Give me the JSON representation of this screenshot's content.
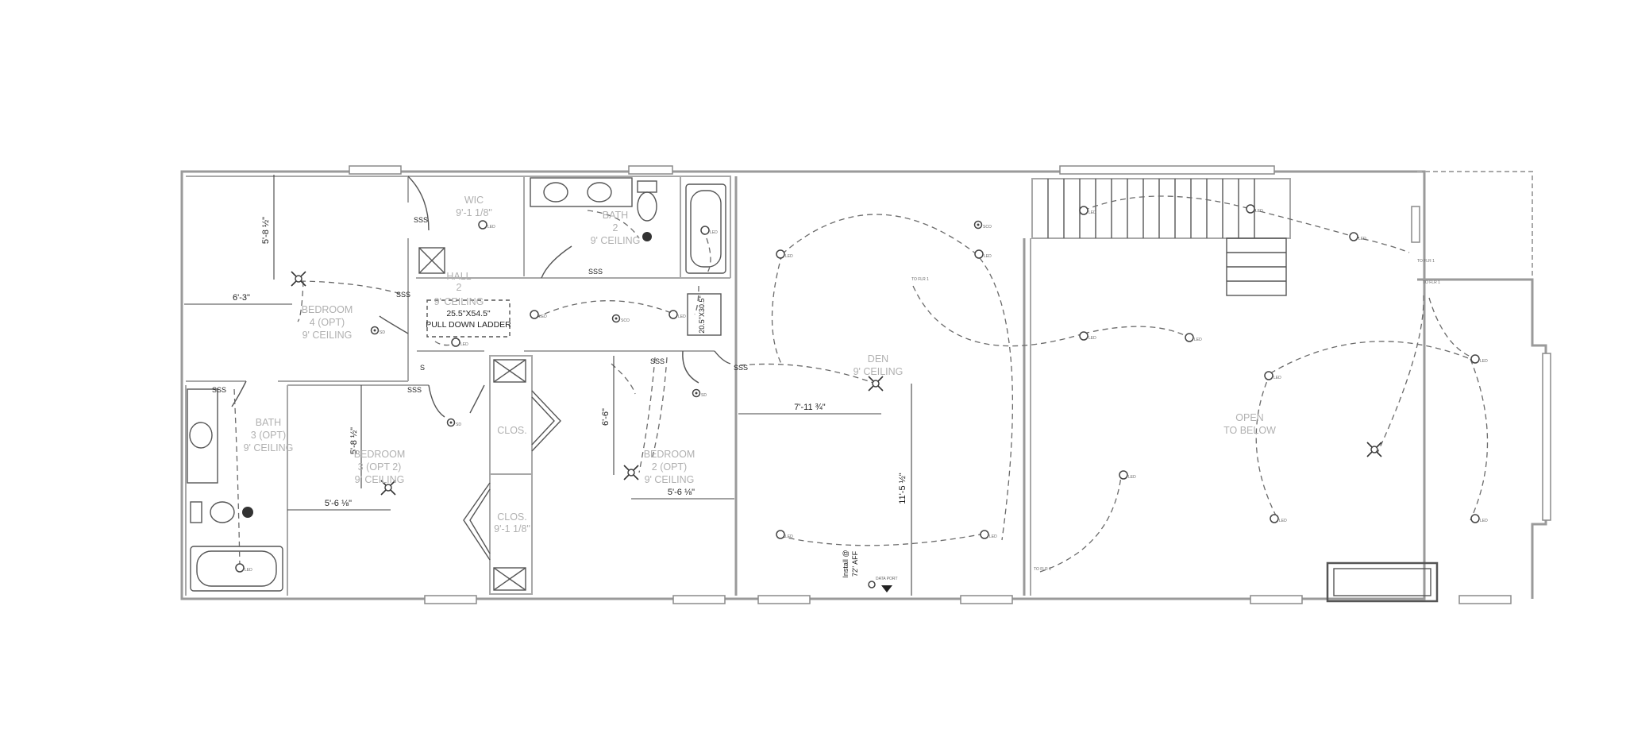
{
  "rooms": {
    "wic": {
      "name": "WIC",
      "dim": "9'-1 1/8\""
    },
    "bath2": {
      "name": "BATH",
      "num": "2",
      "ceiling": "9' CEILING"
    },
    "hall": {
      "name": "HALL",
      "num": "2",
      "ceiling": "9' CEILING"
    },
    "bedroom4": {
      "name": "BEDROOM",
      "num": "4 (OPT)",
      "ceiling": "9' CEILING"
    },
    "bath3": {
      "name": "BATH",
      "num": "3 (OPT)",
      "ceiling": "9' CEILING"
    },
    "bedroom3": {
      "name": "BEDROOM",
      "num": "3 (OPT 2)",
      "ceiling": "9' CEILING"
    },
    "clos1": {
      "name": "CLOS."
    },
    "clos2": {
      "name": "CLOS.",
      "dim": "9'-1 1/8\""
    },
    "bedroom2": {
      "name": "BEDROOM",
      "num": "2 (OPT)",
      "ceiling": "9' CEILING"
    },
    "den": {
      "name": "DEN",
      "ceiling": "9' CEILING"
    },
    "open": {
      "line1": "OPEN",
      "line2": "TO BELOW"
    }
  },
  "notes": {
    "attic_size": "25.5\"X54.5\"",
    "attic_label": "PULL DOWN LADDER",
    "ra_size": "20.5\"X30.5\"",
    "ra_label": "RA",
    "install": "Install @",
    "install_height": "72\" AFF",
    "data_port": "DATA PORT",
    "to_flr1_a": "TO FLR 1",
    "to_flr1_b": "TO FLR 1",
    "to_flr1_c": "TO FLR 1",
    "to_flr1_d": "TO FLR 1"
  },
  "dimensions": {
    "bed4_vertical": "5'-8 ½\"",
    "bed4_horizontal": "6'-3\"",
    "bed3_vertical": "5'-8 ½\"",
    "bed3_horizontal": "5'-6 ⅛\"",
    "bed2_vertical": "6'-6\"",
    "bed2_horizontal": "5'-6 ⅛\"",
    "den_horizontal": "7'-11 ¾\"",
    "den_vertical": "11'-5 ½\""
  },
  "symbols": {
    "switch": "S",
    "switch3": "SSS",
    "led": "LED",
    "sd": "SD",
    "sco": "SCO"
  }
}
